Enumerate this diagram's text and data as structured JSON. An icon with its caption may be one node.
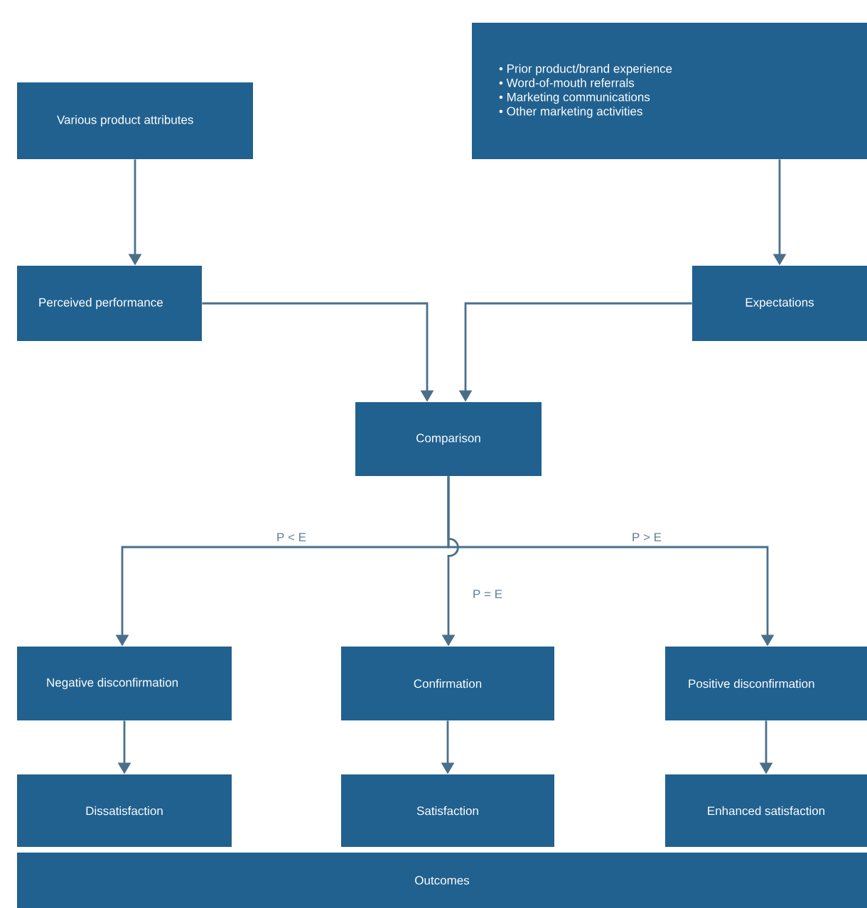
{
  "diagram": {
    "nodes": [
      {
        "text": [
          "Various product attributes"
        ]
      },
      {
        "text": [
          "• Prior product/brand experience",
          "• Word-of-mouth referrals",
          "• Marketing communications",
          "• Other marketing activities"
        ]
      },
      {
        "text": [
          "Perceived performance"
        ]
      },
      {
        "text": [
          "Expectations"
        ]
      },
      {
        "text": [
          "Comparison"
        ]
      },
      {
        "text": [
          "Negative disconfirmation"
        ]
      },
      {
        "text": [
          "Confirmation"
        ]
      },
      {
        "text": [
          "Positive disconfirmation"
        ]
      },
      {
        "text": [
          "Dissatisfaction"
        ]
      },
      {
        "text": [
          "Satisfaction"
        ]
      },
      {
        "text": [
          "Enhanced satisfaction"
        ]
      },
      {
        "text": [
          "Outcomes"
        ]
      }
    ],
    "edges": [
      {
        "from": 0,
        "to": 2,
        "arrow": "to"
      },
      {
        "from": 1,
        "to": 3,
        "arrow": "to"
      },
      {
        "from": 2,
        "to": 4,
        "arrow": "to"
      },
      {
        "from": 3,
        "to": 4,
        "arrow": "to"
      },
      {
        "from": 4,
        "to": 5,
        "arrow": "to",
        "label": "P < E"
      },
      {
        "from": 4,
        "to": 6,
        "arrow": "to",
        "label": "P = E"
      },
      {
        "from": 4,
        "to": 7,
        "arrow": "to",
        "label": "P > E"
      },
      {
        "from": 5,
        "to": 8,
        "arrow": "to"
      },
      {
        "from": 6,
        "to": 9,
        "arrow": "to"
      },
      {
        "from": 7,
        "to": 10,
        "arrow": "to"
      }
    ]
  }
}
